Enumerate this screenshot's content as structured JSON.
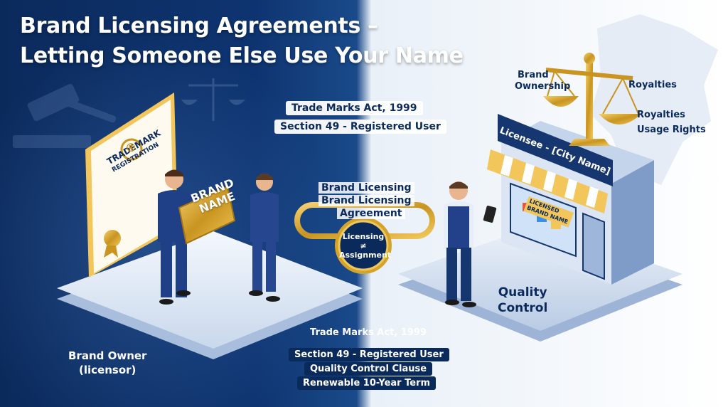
{
  "title": {
    "line1": "Brand Licensing Agreements –",
    "line2": "Letting Someone Else Use Your Name"
  },
  "center_top": {
    "act": "Trade Marks Act, 1999",
    "section": "Section 49 - Registered User"
  },
  "center_mid": {
    "line1": "Brand Licensing",
    "line2": "Brand Licensing",
    "line3": "Agreement"
  },
  "seal": {
    "line1": "Licensing",
    "symbol": "≠",
    "line2": "Assignment"
  },
  "certificate": {
    "line1": "TRADEMARK",
    "line2": "REGISTRATION",
    "mark": "®"
  },
  "brand_plate": {
    "line1": "BRAND",
    "line2": "NAME"
  },
  "left_caption": {
    "line1": "Brand Owner",
    "line2": "(licensor)"
  },
  "bottom_center": {
    "act": "Trade Marks Act, 1999",
    "item1": "Section 49 - Registered User",
    "item2": "Quality Control Clause",
    "item3": "Renewable 10-Year Term"
  },
  "scale_labels": {
    "brand_ownership_1": "Brand",
    "brand_ownership_2": "Ownership",
    "royalties_1": "Royalties",
    "royalties_2": "Royalties",
    "usage_rights": "Usage Rights"
  },
  "shop": {
    "sign": "Licensee - [City Name]",
    "window_sign_1": "LICENSED",
    "window_sign_2": "BRAND NAME"
  },
  "right_caption": {
    "line1": "Quality",
    "line2": "Control"
  },
  "colors": {
    "navy": "#0b2a5c",
    "gold": "#d4a32a",
    "white": "#ffffff"
  }
}
